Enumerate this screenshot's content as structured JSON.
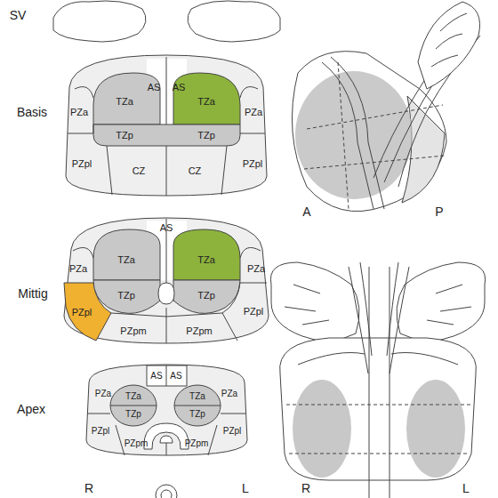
{
  "diagram": {
    "labels": [
      "SV",
      "Basis",
      "AS",
      "AS",
      "TZa",
      "TZa",
      "PZa",
      "PZa",
      "TZp",
      "TZp",
      "PZpl",
      "CZ",
      "CZ",
      "PZpl",
      "Mittig",
      "AS",
      "TZa",
      "TZa",
      "PZa",
      "PZa",
      "TZp",
      "TZp",
      "PZpl",
      "PZpl",
      "PZpm",
      "PZpm",
      "Apex",
      "AS",
      "AS",
      "PZa",
      "TZa",
      "TZa",
      "PZa",
      "TZp",
      "TZp",
      "PZpl",
      "PZpl",
      "PZpm",
      "PZpm",
      "R",
      "L",
      "A",
      "P",
      "R",
      "L"
    ]
  }
}
